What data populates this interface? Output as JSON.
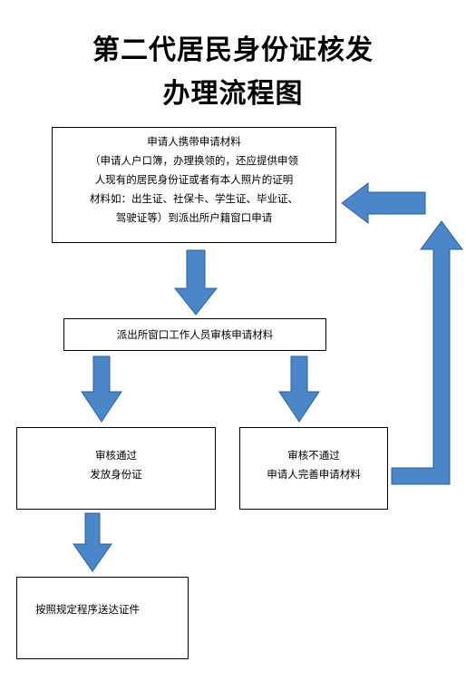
{
  "title": {
    "line1": "第二代居民身份证核发",
    "line2": "办理流程图"
  },
  "steps": {
    "apply": {
      "lines": [
        "申请人携带申请材料",
        "（申请人户口簿，办理换领的，还应提供申领",
        "人现有的居民身份证或者有本人照片的证明",
        "材料如：出生证、社保卡、学生证、毕业证、",
        "驾驶证等）到派出所户籍窗口申请"
      ]
    },
    "review": {
      "text": "派出所窗口工作人员审核申请材料"
    },
    "approved": {
      "lines": [
        "审核通过",
        "发放身份证"
      ]
    },
    "rejected": {
      "lines": [
        "审核不通过",
        "申请人完善申请材料"
      ]
    },
    "deliver": {
      "text": "按照规定程序送达证件"
    }
  },
  "colors": {
    "arrow_fill": "#4a86c8",
    "arrow_stroke": "#2b5f9a"
  }
}
